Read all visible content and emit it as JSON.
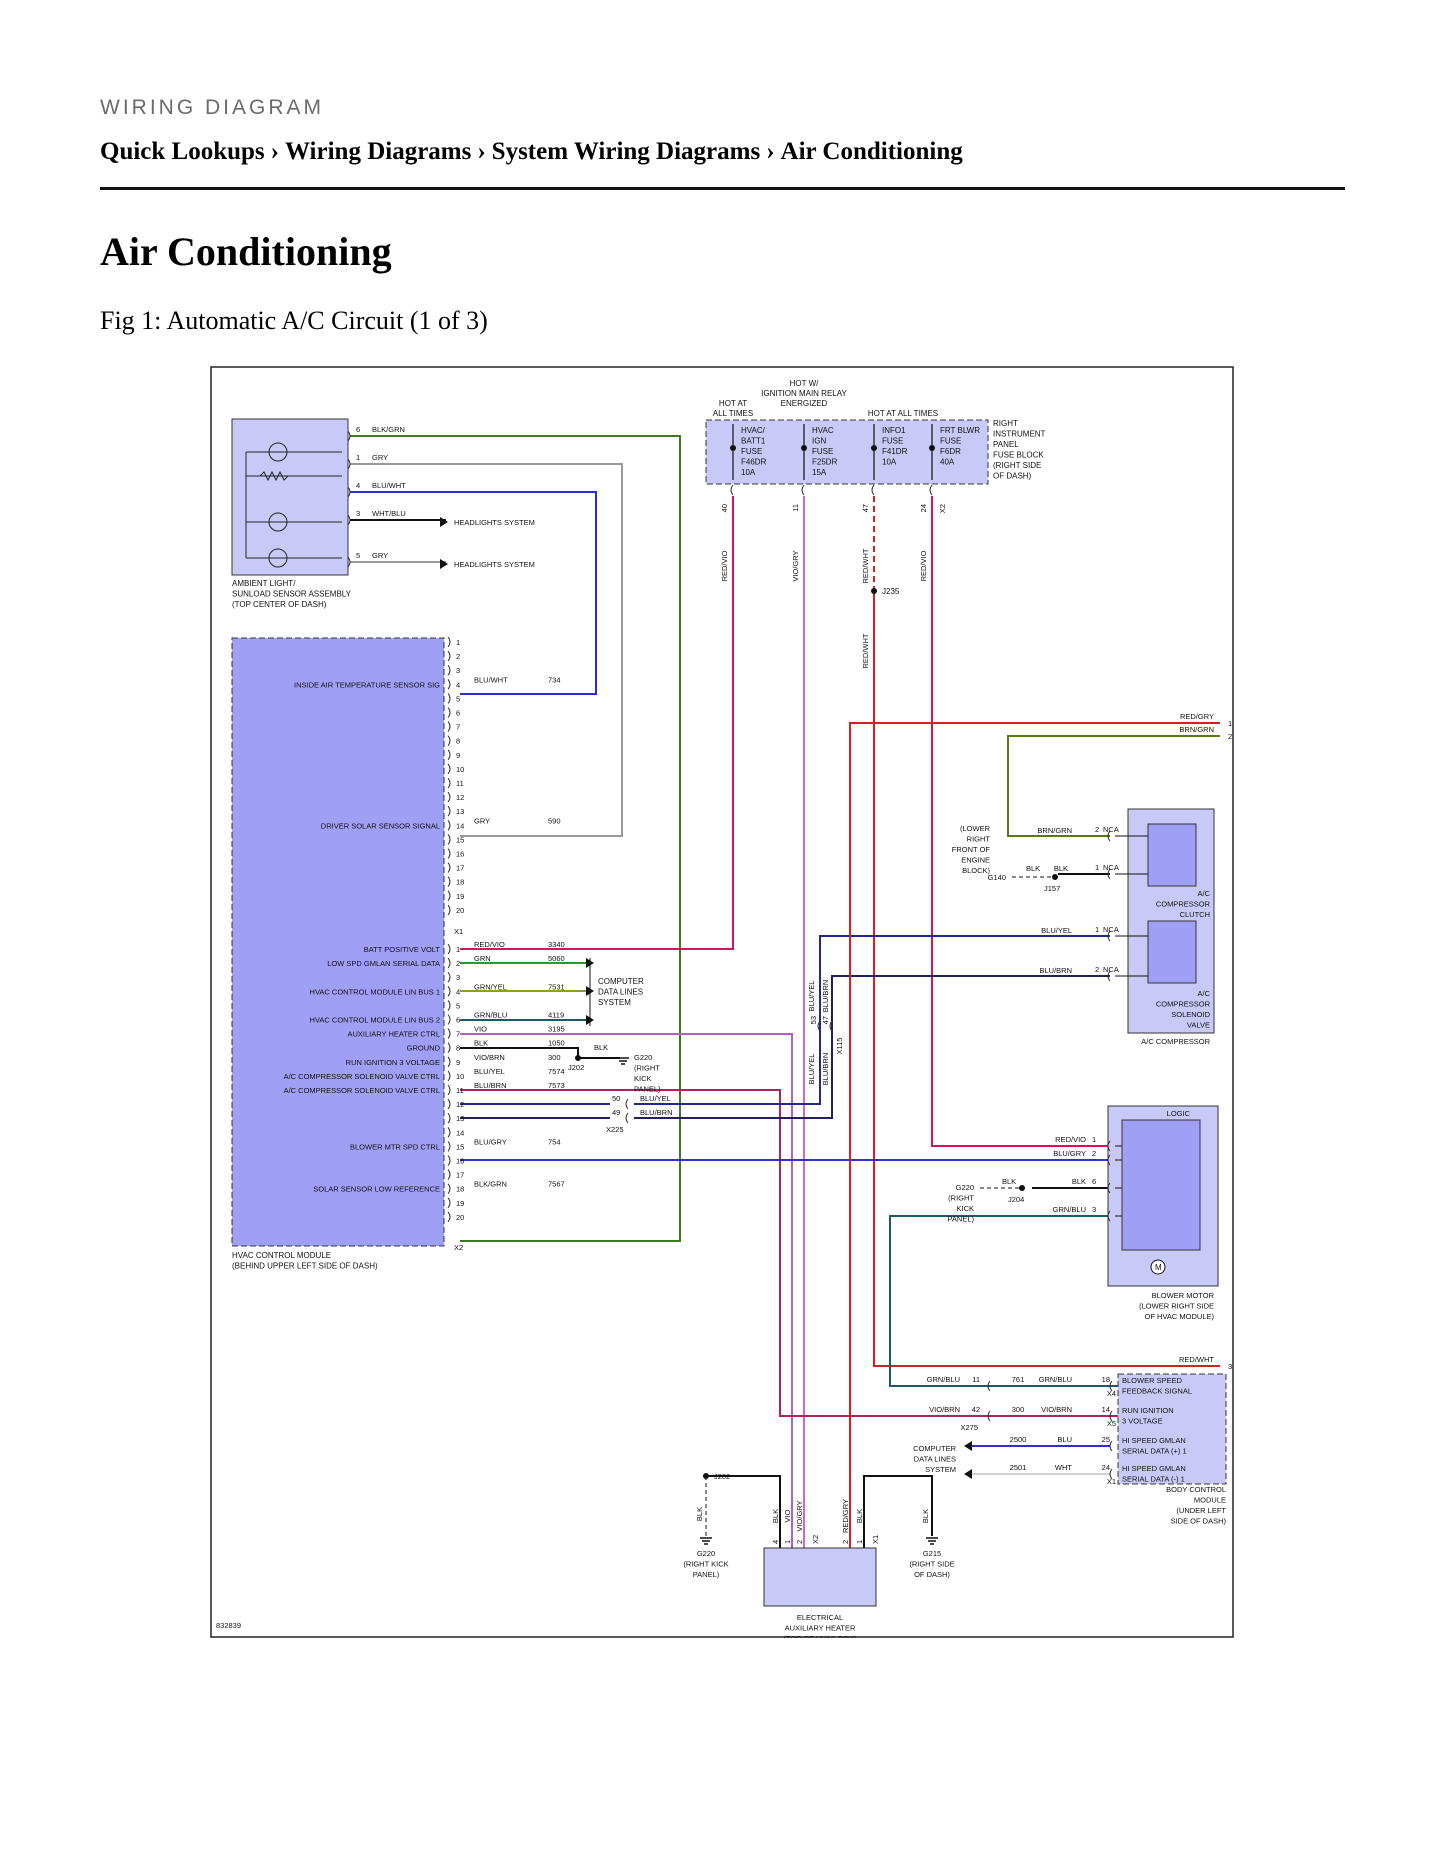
{
  "header": {
    "kicker": "WIRING DIAGRAM",
    "breadcrumbs": [
      "Quick Lookups",
      "Wiring Diagrams",
      "System Wiring Diagrams",
      "Air Conditioning"
    ],
    "separator": "›"
  },
  "page_title": "Air Conditioning",
  "figure_caption": "Fig 1: Automatic A/C Circuit (1 of 3)",
  "diagram": {
    "figure_id": "832839",
    "wire_colors": {
      "BLK/GRN": "#3d7a1e",
      "GRY": "#9a9a9a",
      "BLU/WHT": "#2b2bd4",
      "RED/VIO": "#d4145a",
      "VIO/GRY": "#c86bc8",
      "RED/WHT": "#d42020",
      "BLU/YEL": "#1f2a8a",
      "BLU/BRN": "#1f1f5a",
      "BRN/GRN": "#5a7a10",
      "BLU/GRY": "#3030c8",
      "GRN/BLU": "#1c5a6a",
      "VIO/BRN": "#b0205a",
      "BLK": "#111111",
      "GRN": "#2a9a2a",
      "GRN/YEL": "#8aa020",
      "VIO": "#b060c0"
    },
    "fuse_block": {
      "hot_labels": [
        "HOT AT ALL TIMES",
        "HOT W/ IGNITION MAIN RELAY ENERGIZED",
        "HOT AT ALL TIMES"
      ],
      "fuses": [
        {
          "lines": [
            "HVAC/",
            "BATT1",
            "FUSE",
            "F46DR",
            "10A"
          ],
          "pin": "40",
          "wire": "RED/VIO"
        },
        {
          "lines": [
            "HVAC",
            "IGN",
            "FUSE",
            "F25DR",
            "15A"
          ],
          "pin": "11",
          "wire": "VIO/GRY"
        },
        {
          "lines": [
            "INFO1",
            "FUSE",
            "F41DR",
            "10A"
          ],
          "pin": "47",
          "wire": "RED/WHT"
        },
        {
          "lines": [
            "FRT BLWR",
            "FUSE",
            "F6DR",
            "40A"
          ],
          "pin": "24",
          "wire": "RED/VIO"
        }
      ],
      "connector": "X2",
      "label": [
        "RIGHT",
        "INSTRUMENT",
        "PANEL",
        "FUSE BLOCK",
        "(RIGHT SIDE",
        "OF DASH)"
      ]
    },
    "sensor": {
      "pins": [
        {
          "num": "6",
          "wire": "BLK/GRN"
        },
        {
          "num": "1",
          "wire": "GRY"
        },
        {
          "num": "4",
          "wire": "BLU/WHT"
        },
        {
          "num": "3",
          "wire": "WHT/BLU",
          "to": "HEADLIGHTS SYSTEM"
        },
        {
          "num": "5",
          "wire": "GRY",
          "to": "HEADLIGHTS SYSTEM"
        }
      ],
      "label": [
        "AMBIENT LIGHT/",
        "SUNLOAD SENSOR ASSEMBLY",
        "(TOP CENTER OF DASH)"
      ]
    },
    "hvac_module": {
      "x1_pins": [
        "1",
        "2",
        "3",
        "4",
        "5",
        "6",
        "7",
        "8",
        "9",
        "10",
        "11",
        "12",
        "13",
        "14",
        "15",
        "16",
        "17",
        "18",
        "19",
        "20"
      ],
      "x1_signals": [
        {
          "pin": "4",
          "name": "INSIDE AIR TEMPERATURE SENSOR SIG",
          "wire": "BLU/WHT",
          "circuit": "734"
        },
        {
          "pin": "14",
          "name": "DRIVER SOLAR SENSOR SIGNAL",
          "wire": "GRY",
          "circuit": "590"
        }
      ],
      "x1": "X1",
      "x2_pins": [
        "1",
        "2",
        "3",
        "4",
        "5",
        "6",
        "7",
        "8",
        "9",
        "10",
        "11",
        "12",
        "13",
        "14",
        "15",
        "16",
        "17",
        "18",
        "19",
        "20"
      ],
      "x2_signals": [
        {
          "pin": "1",
          "name": "BATT POSITIVE VOLT",
          "wire": "RED/VIO",
          "circuit": "3340"
        },
        {
          "pin": "2",
          "name": "LOW SPD GMLAN SERIAL DATA",
          "wire": "GRN",
          "circuit": "5060"
        },
        {
          "pin": "4",
          "name": "HVAC CONTROL MODULE LIN BUS 1",
          "wire": "GRN/YEL",
          "circuit": "7531"
        },
        {
          "pin": "6",
          "name": "HVAC CONTROL MODULE LIN BUS 2",
          "wire": "GRN/BLU",
          "circuit": "4119"
        },
        {
          "pin": "7",
          "name": "AUXILIARY HEATER CTRL",
          "wire": "VIO",
          "circuit": "3195"
        },
        {
          "pin": "8",
          "name": "GROUND",
          "wire": "BLK",
          "circuit": "1050"
        },
        {
          "pin": "9",
          "name": "RUN IGNITION 3 VOLTAGE",
          "wire": "VIO/BRN",
          "circuit": "300"
        },
        {
          "pin": "10",
          "name": "A/C COMPRESSOR SOLENOID VALVE CTRL",
          "wire": "BLU/YEL",
          "circuit": "7574"
        },
        {
          "pin": "11",
          "name": "A/C COMPRESSOR SOLENOID VALVE CTRL",
          "wire": "BLU/BRN",
          "circuit": "7573"
        },
        {
          "pin": "15",
          "name": "BLOWER MTR SPD CTRL",
          "wire": "BLU/GRY",
          "circuit": "754"
        },
        {
          "pin": "18",
          "name": "SOLAR SENSOR LOW REFERENCE",
          "wire": "BLK/GRN",
          "circuit": "7567"
        }
      ],
      "x2": "X2",
      "label": [
        "HVAC CONTROL MODULE",
        "(BEHIND UPPER LEFT SIDE OF DASH)"
      ]
    },
    "computer_data_lines": [
      "COMPUTER",
      "DATA LINES",
      "SYSTEM"
    ],
    "ground_g220_left": {
      "splice": "J202",
      "wire": "BLK",
      "label": [
        "G220",
        "(RIGHT",
        "KICK",
        "PANEL)"
      ]
    },
    "x225": {
      "connector": "X225",
      "pins": [
        {
          "num": "50",
          "wire": "BLU/YEL"
        },
        {
          "num": "49",
          "wire": "BLU/BRN"
        }
      ]
    },
    "splice_j235": "J235",
    "compressor": {
      "clutch_pins": [
        {
          "num": "2",
          "wire": "BRN/GRN",
          "nc": "NCA"
        },
        {
          "num": "1",
          "wire": "BLK",
          "nc": "NCA"
        }
      ],
      "ground": {
        "label": [
          "(LOWER",
          "RIGHT",
          "FRONT OF",
          "ENGINE",
          "BLOCK)"
        ],
        "g": "G140",
        "splice": "J157",
        "wire": "BLK"
      },
      "clutch_label": [
        "A/C",
        "COMPRESSOR",
        "CLUTCH"
      ],
      "valve_pins": [
        {
          "num": "1",
          "wire": "BLU/YEL",
          "nc": "NCA"
        },
        {
          "num": "2",
          "wire": "BLU/BRN",
          "nc": "NCA"
        }
      ],
      "valve_label": [
        "A/C",
        "COMPRESSOR",
        "SOLENOID",
        "VALVE"
      ],
      "label": "A/C COMPRESSOR",
      "x115": "X115",
      "x115_pins": [
        {
          "num": "53",
          "wire": "BLU/YEL"
        },
        {
          "num": "47",
          "wire": "BLU/BRN"
        }
      ]
    },
    "offpage": [
      {
        "num": "1",
        "wire": "RED/GRY"
      },
      {
        "num": "2",
        "wire": "BRN/GRN"
      },
      {
        "num": "3",
        "wire": "RED/WHT"
      }
    ],
    "blower": {
      "logic": "LOGIC",
      "pins": [
        {
          "num": "1",
          "wire": "RED/VIO"
        },
        {
          "num": "2",
          "wire": "BLU/GRY"
        },
        {
          "num": "6",
          "wire": "BLK"
        },
        {
          "num": "3",
          "wire": "GRN/BLU"
        }
      ],
      "motor": "M",
      "ground": {
        "label": [
          "G220",
          "(RIGHT",
          "KICK",
          "PANEL)"
        ],
        "splice": "J204",
        "wire": "BLK"
      },
      "label": [
        "BLOWER MOTOR",
        "(LOWER RIGHT SIDE",
        "OF HVAC MODULE)"
      ]
    },
    "bcm": {
      "rows": [
        {
          "pin": "18",
          "conn": "X4",
          "name": [
            "BLOWER SPEED",
            "FEEDBACK SIGNAL"
          ],
          "wire": "GRN/BLU",
          "circuit": "761",
          "left_wire": "GRN/BLU",
          "left_pin": "11"
        },
        {
          "pin": "14",
          "conn": "X5",
          "name": [
            "RUN IGNITION",
            "3 VOLTAGE"
          ],
          "wire": "VIO/BRN",
          "circuit": "300",
          "left_wire": "VIO/BRN",
          "left_pin": "42"
        },
        {
          "pin": "25",
          "conn": "",
          "name": [
            "HI SPEED GMLAN",
            "SERIAL DATA (+) 1"
          ],
          "wire": "BLU",
          "circuit": "2500"
        },
        {
          "pin": "24",
          "conn": "X1",
          "name": [
            "HI SPEED GMLAN",
            "SERIAL DATA (-) 1"
          ],
          "wire": "WHT",
          "circuit": "2501"
        }
      ],
      "x275": "X275",
      "label": [
        "BODY CONTROL",
        "MODULE",
        "(UNDER LEFT",
        "SIDE OF DASH)"
      ]
    },
    "aux_heater": {
      "x2_pins": [
        {
          "num": "4",
          "wire": "BLK"
        },
        {
          "num": "1",
          "wire": "VIO"
        },
        {
          "num": "2",
          "wire": "VIO/GRY"
        }
      ],
      "x2": "X2",
      "x1_pins": [
        {
          "num": "2",
          "wire": "RED/GRY"
        },
        {
          "num": "1",
          "wire": "BLK"
        }
      ],
      "x1": "X1",
      "label": [
        "ELECTRICAL",
        "AUXILIARY HEATER",
        "(TOP OF HVAC BOX)"
      ]
    },
    "ground_g220_bottom": {
      "splice": "J202",
      "wire": "BLK",
      "label": [
        "G220",
        "(RIGHT KICK",
        "PANEL)"
      ]
    },
    "ground_g215": {
      "wire": "BLK",
      "label": [
        "G215",
        "(RIGHT SIDE",
        "OF DASH)"
      ]
    }
  }
}
